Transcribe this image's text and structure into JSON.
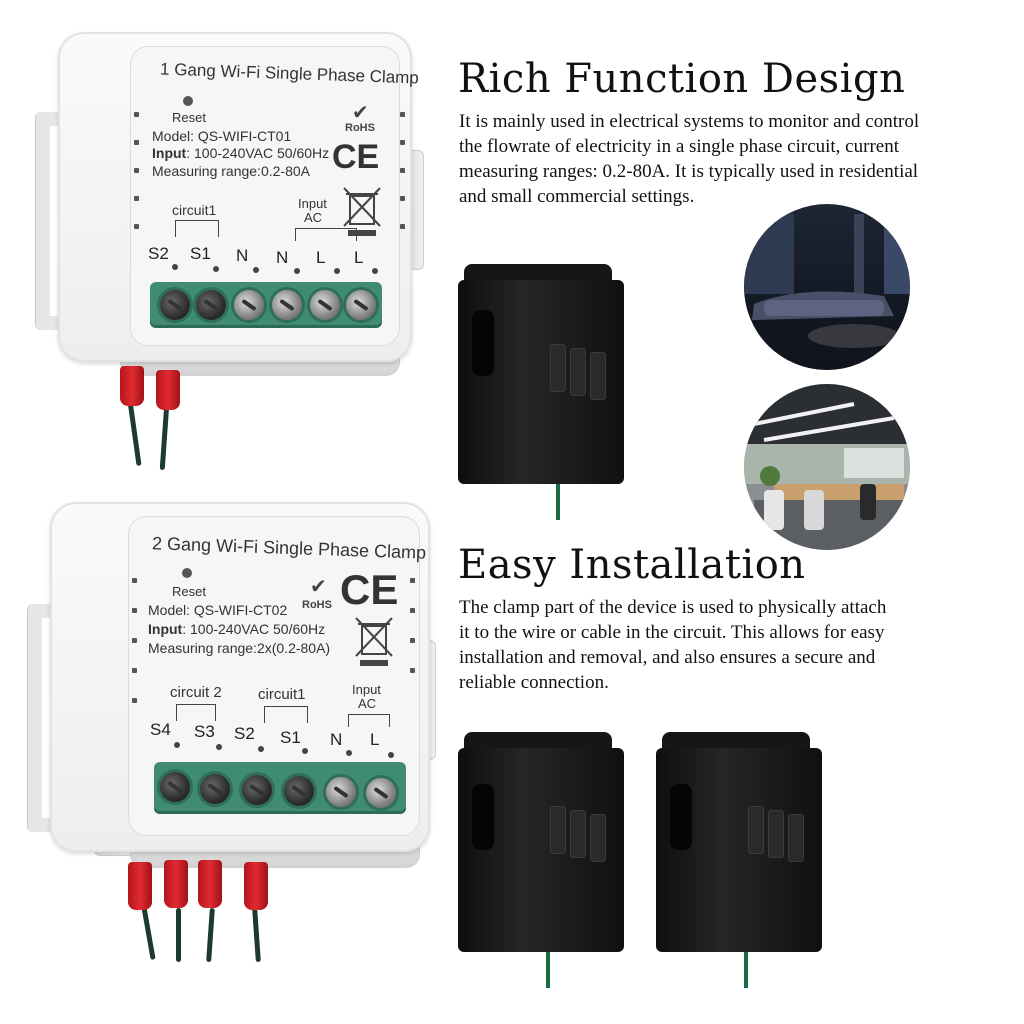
{
  "section1": {
    "title": "Rich Function Design",
    "lines": [
      "It is mainly used in electrical systems to monitor and control",
      "the flowrate of electricity in a single phase circuit, current",
      "measuring ranges: 0.2-80A.  It is typically used in residential",
      "and small commercial settings."
    ]
  },
  "section2": {
    "title": "Easy Installation",
    "lines": [
      "The clamp part of the device is used to physically attach",
      "it to the wire or cable in the circuit.  This allows for easy",
      "installation and removal, and also ensures a secure and",
      "reliable connection."
    ]
  },
  "device1": {
    "title": "1 Gang Wi-Fi Single Phase Clamp",
    "reset": "Reset",
    "model": "Model: QS-WIFI-CT01",
    "input_label": "Input",
    "input_value": ": 100-240VAC 50/60Hz",
    "range": "Measuring range:0.2-80A",
    "rohs": "RoHS",
    "ce": "CE",
    "group1": "circuit1",
    "group2_line1": "Input",
    "group2_line2": "AC",
    "terminals": [
      "S2",
      "S1",
      "N",
      "N",
      "L",
      "L"
    ]
  },
  "device2": {
    "title": "2 Gang Wi-Fi Single Phase Clamp",
    "reset": "Reset",
    "model": "Model: QS-WIFI-CT02",
    "input_label": "Input",
    "input_value": ": 100-240VAC 50/60Hz",
    "range": "Measuring range:2x(0.2-80A)",
    "rohs": "RoHS",
    "ce": "CE",
    "group1": "circuit 2",
    "group2": "circuit1",
    "group3_line1": "Input",
    "group3_line2": "AC",
    "terminals": [
      "S4",
      "S3",
      "S2",
      "S1",
      "N",
      "L"
    ]
  },
  "colors": {
    "terminal_green": "#3f8c72",
    "ferrule_red": "#e12b31",
    "clamp_black": "#161616"
  }
}
